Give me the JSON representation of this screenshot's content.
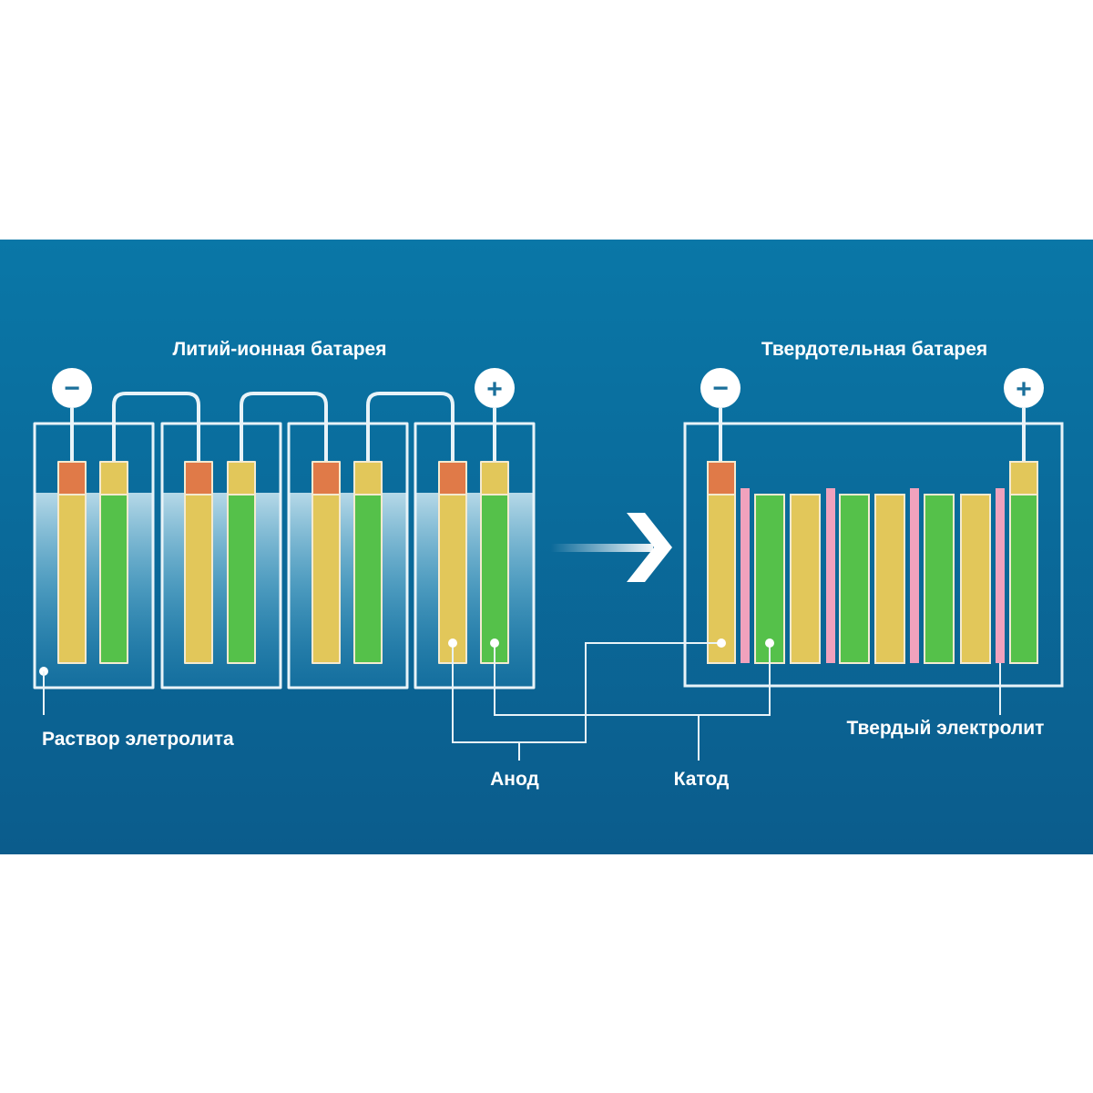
{
  "diagram": {
    "left_title": "Литий-ионная батарея",
    "right_title": "Твердотельная батарея",
    "minus_sign": "−",
    "plus_sign": "+",
    "label_electrolyte_solution": "Раствор элетролита",
    "label_anode": "Анод",
    "label_cathode": "Катод",
    "label_solid_electrolyte": "Твердый электролит"
  },
  "colors": {
    "background_top": "#0a76a6",
    "background_bottom": "#0a5e8e",
    "anode": "#e2c75a",
    "cathode": "#55c14a",
    "terminal_tab": "#e07a48",
    "solid_electrolyte": "#f0a2bd",
    "line": "#e8f3f8"
  }
}
